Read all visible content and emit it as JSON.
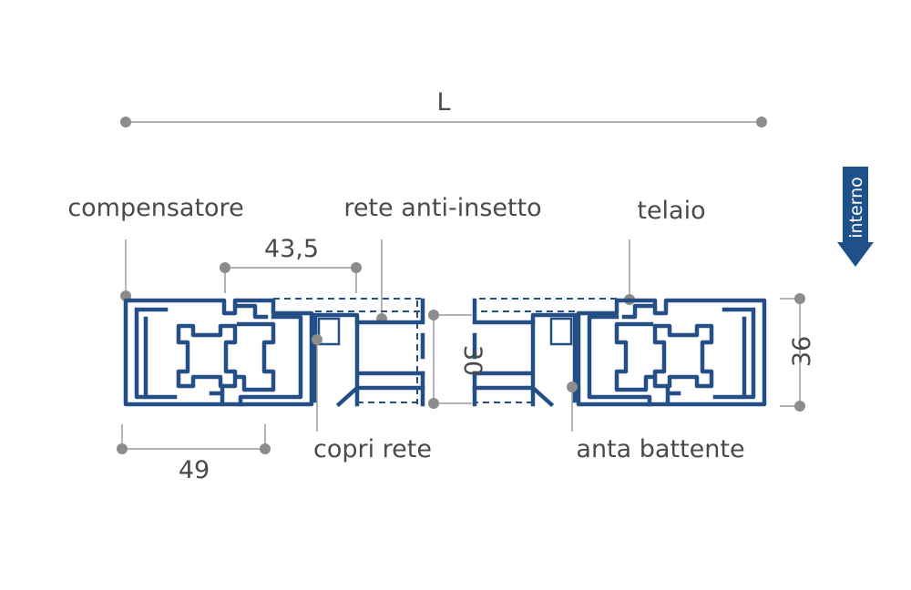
{
  "dimensions": {
    "overall_width": "L",
    "screen_offset": "43,5",
    "frame_width": "49",
    "glass_gap": "30",
    "profile_depth": "36"
  },
  "labels": {
    "compensator": "compensatore",
    "insect_screen": "rete anti-insetto",
    "frame": "telaio",
    "screen_cover": "copri rete",
    "casement_sash": "anta battente"
  },
  "orientation": {
    "interior": "interno"
  },
  "colors": {
    "profile": "#234f86",
    "badge": "#1e5089",
    "leader": "#9c9c9c",
    "text": "#4a4a4a"
  }
}
